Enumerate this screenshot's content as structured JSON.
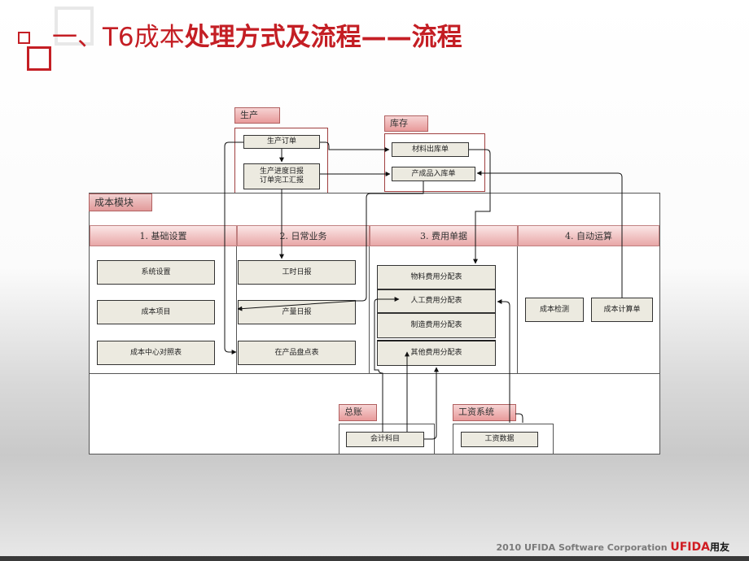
{
  "slide": {
    "title_prefix": "一、T6成本",
    "title_bold": "处理方式及流程——流程",
    "footer_text": "2010 UFIDA Software Corporation ",
    "footer_brand": "UFIDA",
    "footer_brand_cn": "用友"
  },
  "diagram": {
    "production": {
      "tag": "生产",
      "order": "生产订单",
      "progress": "生产进度日报",
      "completion": "订单完工汇报"
    },
    "inventory": {
      "tag": "库存",
      "material_out": "材料出库单",
      "product_in": "产成品入库单"
    },
    "cost_module": {
      "title": "成本模块",
      "columns": [
        "1. 基础设置",
        "2. 日常业务",
        "3. 费用单据",
        "4. 自动运算"
      ],
      "basic": [
        "系统设置",
        "成本项目",
        "成本中心对照表"
      ],
      "daily": [
        "工时日报",
        "产量日报",
        "在产品盘点表"
      ],
      "expense": [
        "物料费用分配表",
        "人工费用分配表",
        "制造费用分配表",
        "其他费用分配表"
      ],
      "auto": [
        "成本检测",
        "成本计算单"
      ]
    },
    "ledger": {
      "tag": "总账",
      "item": "会计科目"
    },
    "payroll": {
      "tag": "工资系统",
      "item": "工资数据"
    }
  }
}
